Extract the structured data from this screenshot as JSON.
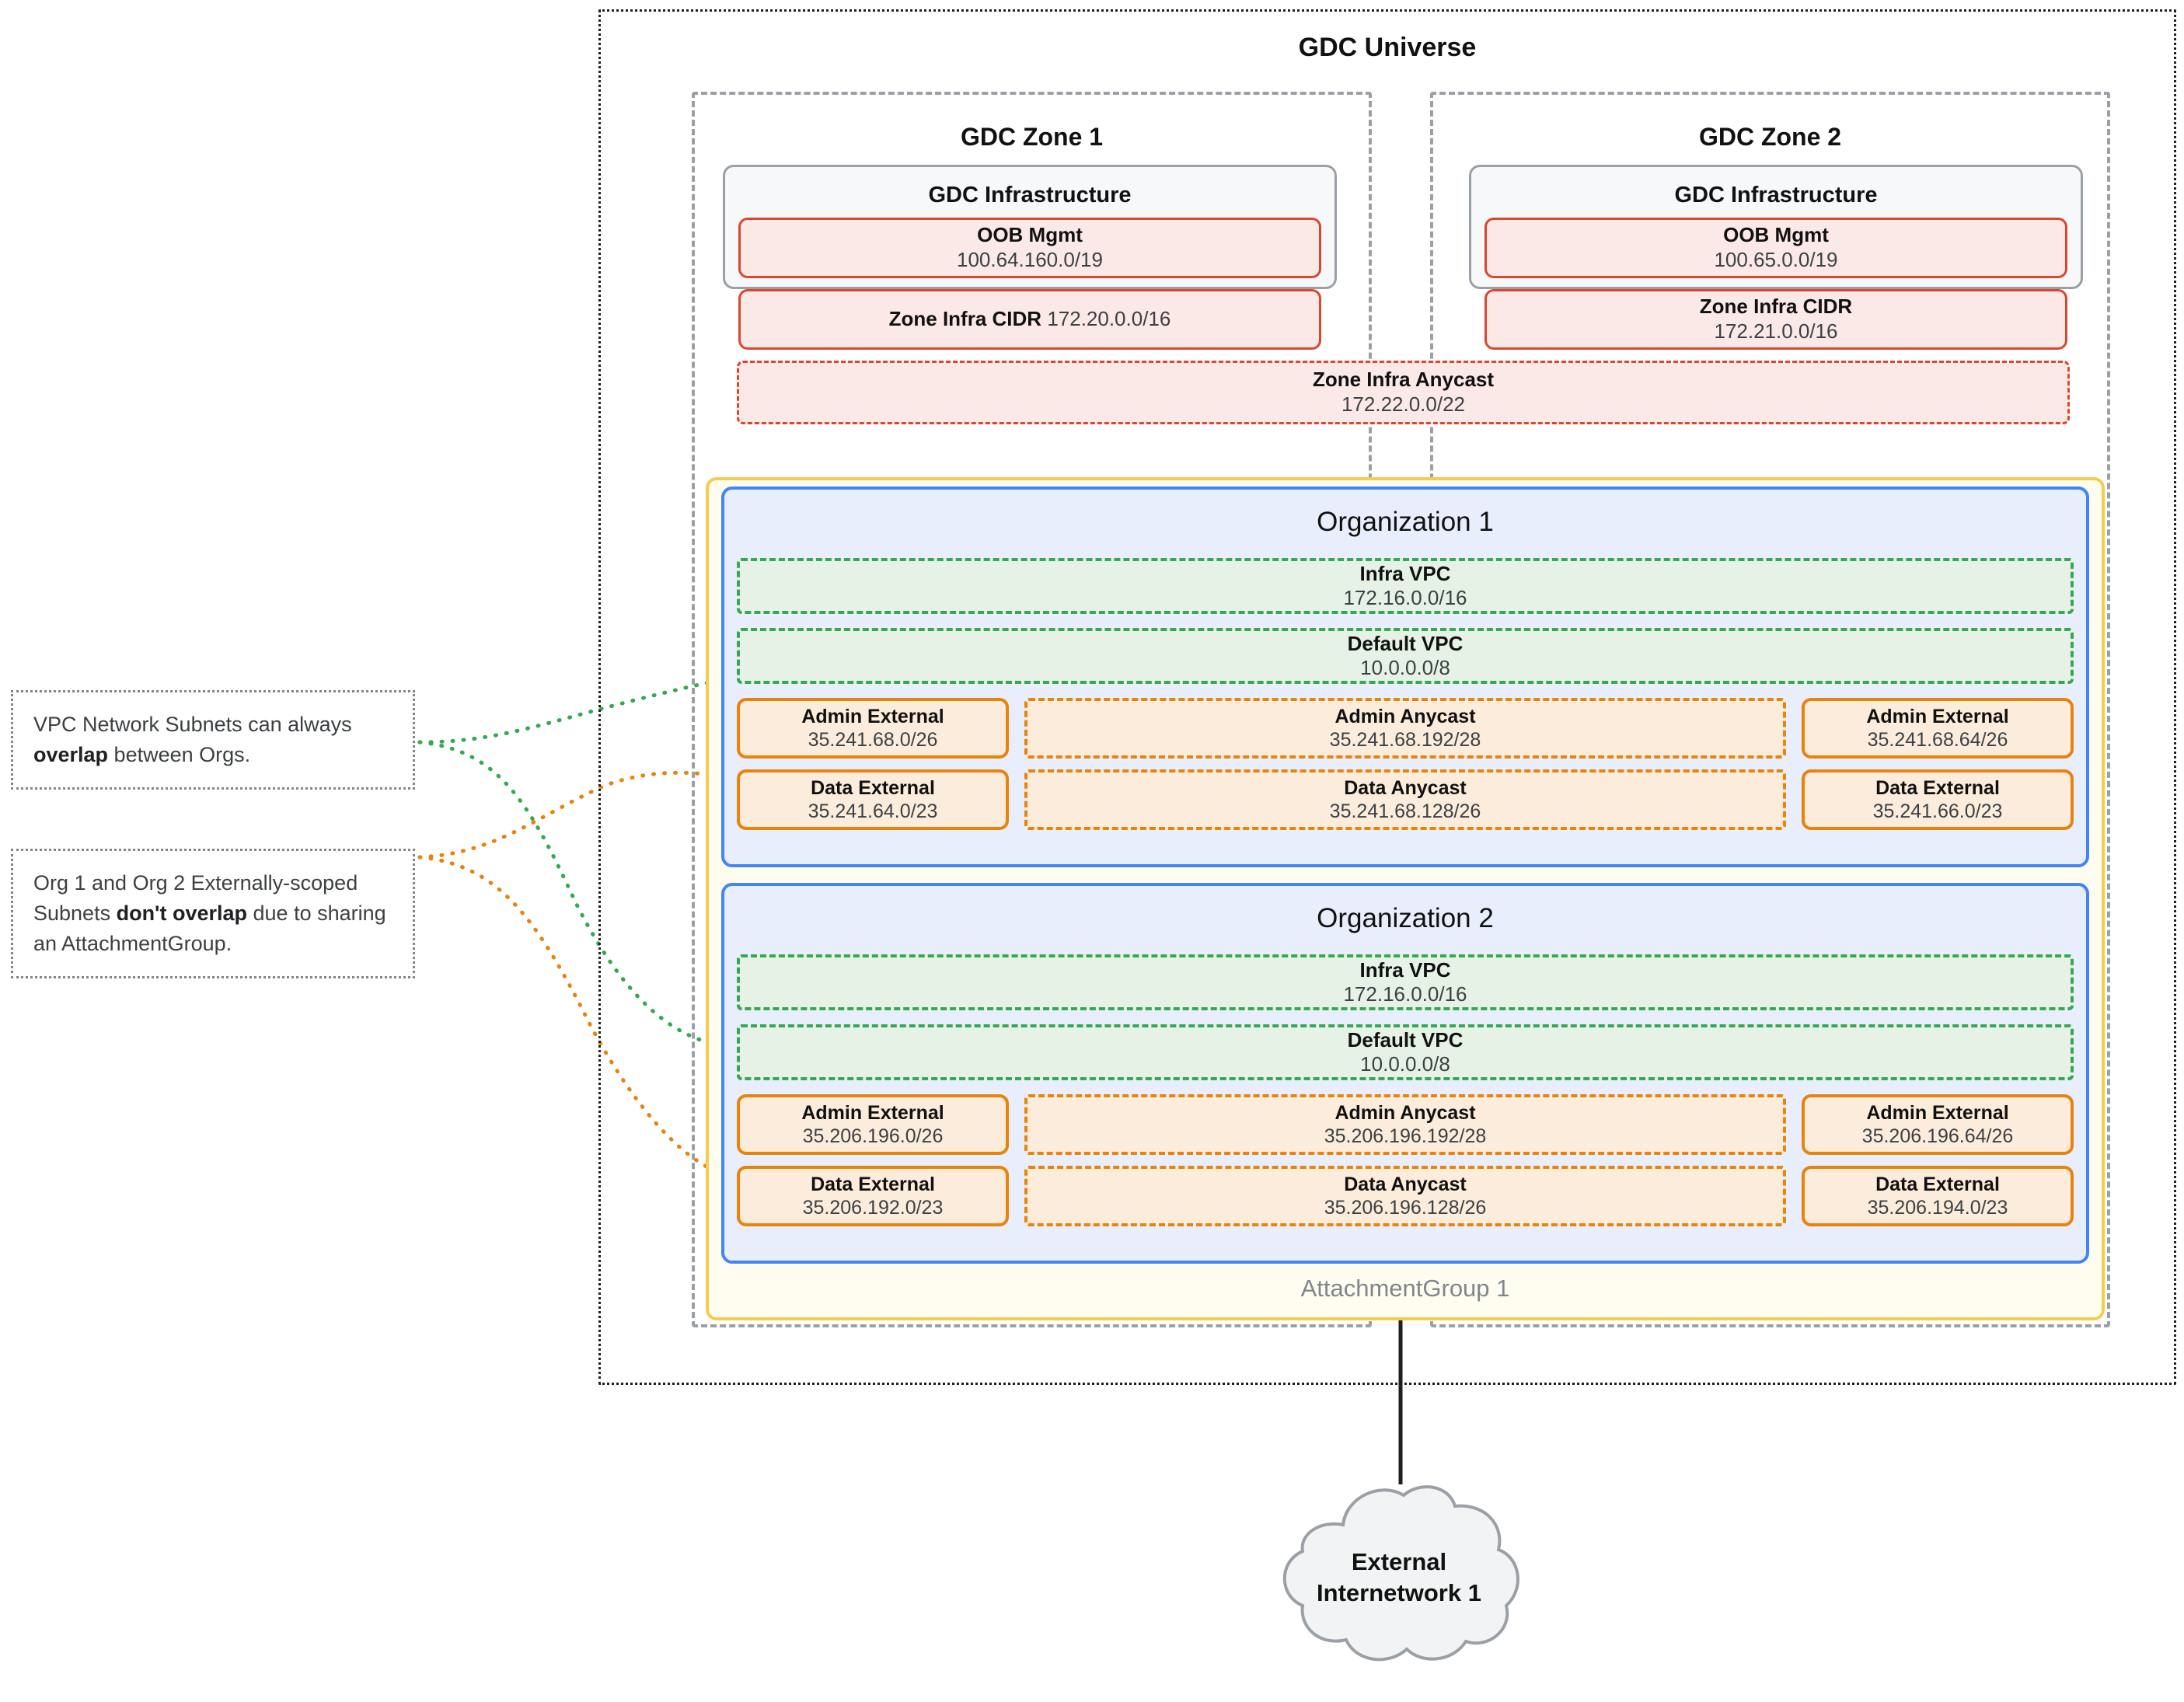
{
  "universe": {
    "title": "GDC Universe"
  },
  "zones": [
    {
      "title": "GDC Zone 1",
      "infra_title": "GDC Infrastructure",
      "oob": {
        "label": "OOB Mgmt",
        "cidr": "100.64.160.0/19"
      },
      "zone_infra_cidr": {
        "label": "Zone Infra CIDR",
        "cidr": "172.20.0.0/16",
        "inline": true
      }
    },
    {
      "title": "GDC Zone 2",
      "infra_title": "GDC Infrastructure",
      "oob": {
        "label": "OOB Mgmt",
        "cidr": "100.65.0.0/19"
      },
      "zone_infra_cidr": {
        "label": "Zone Infra CIDR",
        "cidr": "172.21.0.0/16",
        "inline": false
      }
    }
  ],
  "zone_infra_anycast": {
    "label": "Zone Infra Anycast",
    "cidr": "172.22.0.0/22"
  },
  "attachment_group": {
    "label": "AttachmentGroup 1"
  },
  "organizations": [
    {
      "title": "Organization 1",
      "vpcs": [
        {
          "label": "Infra VPC",
          "cidr": "172.16.0.0/16"
        },
        {
          "label": "Default VPC",
          "cidr": "10.0.0.0/8"
        }
      ],
      "subnets": {
        "admin_left": {
          "label": "Admin External",
          "cidr": "35.241.68.0/26"
        },
        "admin_center": {
          "label": "Admin Anycast",
          "cidr": "35.241.68.192/28"
        },
        "admin_right": {
          "label": "Admin External",
          "cidr": "35.241.68.64/26"
        },
        "data_left": {
          "label": "Data External",
          "cidr": "35.241.64.0/23"
        },
        "data_center": {
          "label": "Data Anycast",
          "cidr": "35.241.68.128/26"
        },
        "data_right": {
          "label": "Data External",
          "cidr": "35.241.66.0/23"
        }
      }
    },
    {
      "title": "Organization 2",
      "vpcs": [
        {
          "label": "Infra VPC",
          "cidr": "172.16.0.0/16"
        },
        {
          "label": "Default VPC",
          "cidr": "10.0.0.0/8"
        }
      ],
      "subnets": {
        "admin_left": {
          "label": "Admin External",
          "cidr": "35.206.196.0/26"
        },
        "admin_center": {
          "label": "Admin Anycast",
          "cidr": "35.206.196.192/28"
        },
        "admin_right": {
          "label": "Admin External",
          "cidr": "35.206.196.64/26"
        },
        "data_left": {
          "label": "Data External",
          "cidr": "35.206.192.0/23"
        },
        "data_center": {
          "label": "Data Anycast",
          "cidr": "35.206.196.128/26"
        },
        "data_right": {
          "label": "Data External",
          "cidr": "35.206.194.0/23"
        }
      }
    }
  ],
  "callouts": [
    {
      "text_before": "VPC Network Subnets can always ",
      "emphasis": "overlap",
      "text_after": " between Orgs."
    },
    {
      "text_before": "Org 1 and Org 2 Externally-scoped Subnets ",
      "emphasis": "don't overlap",
      "text_after": " due to sharing an AttachmentGroup."
    }
  ],
  "cloud": {
    "line1": "External",
    "line2": "Internetwork 1"
  },
  "colors": {
    "universe_border": "#1f1f1f",
    "zone_border": "#9aa0a6",
    "infra_border": "#9aa0a6",
    "red": "#d9472e",
    "red_fill": "#fbe9e7",
    "org_border": "#4285f4",
    "org_fill": "#e8eefc",
    "vpc_green": "#34a853",
    "vpc_fill": "#e6f2e6",
    "subnet_orange": "#e8830c",
    "subnet_fill": "#fcecdc",
    "attachment_yellow": "#f7cb4d",
    "attachment_fill": "#fffdf0",
    "cloud_fill": "#f1f3f4",
    "callout_border": "#80868b"
  }
}
